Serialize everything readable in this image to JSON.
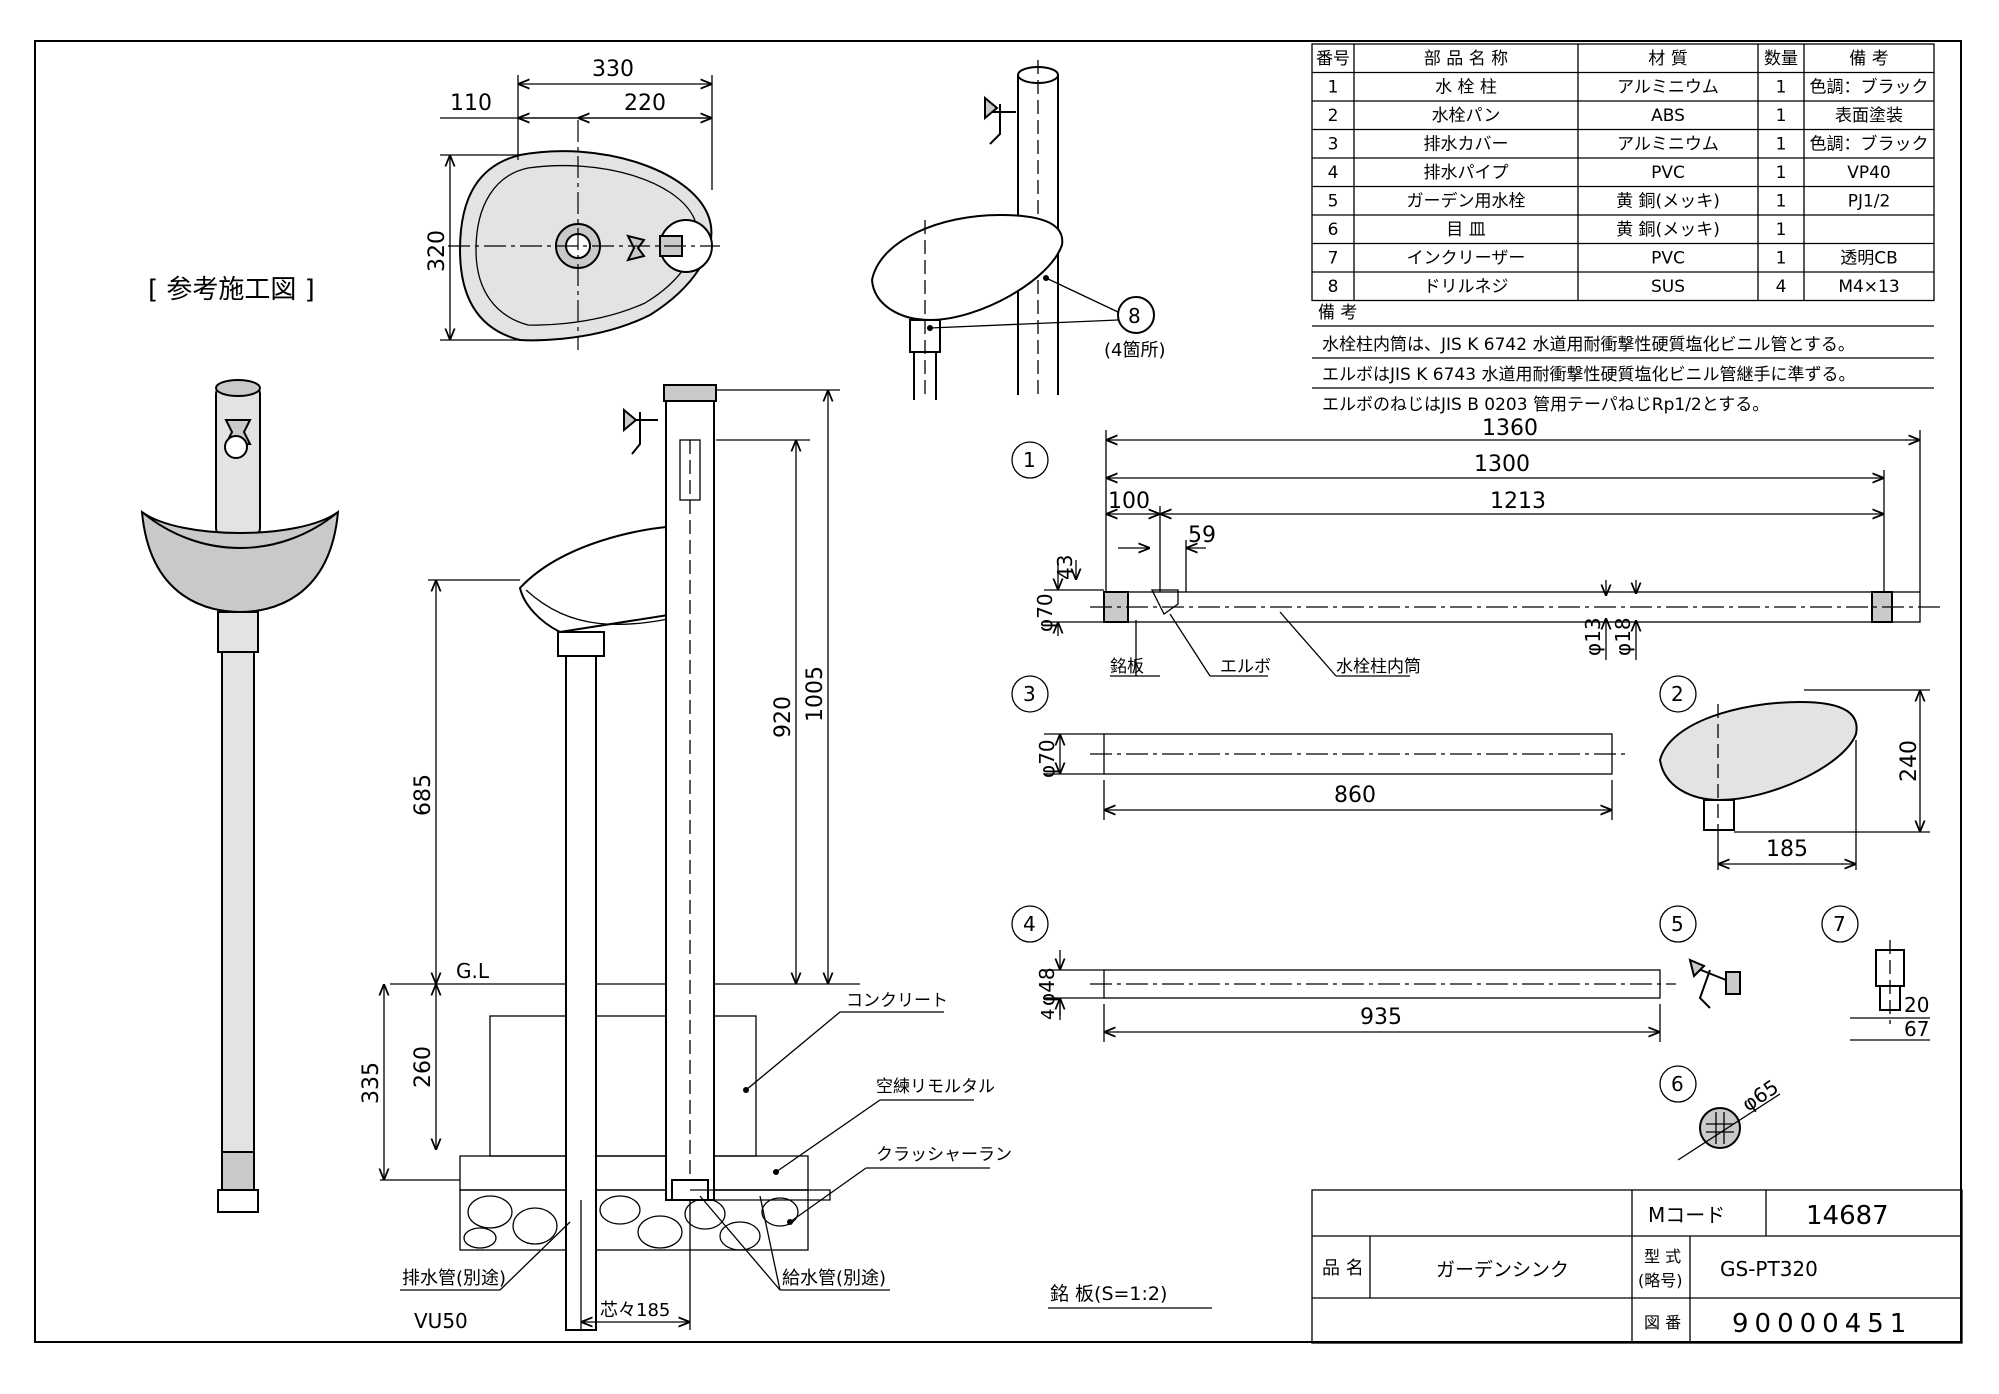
{
  "title_ref": "[ 参考施工図 ]",
  "parts_table": {
    "headers": [
      "番号",
      "部 品 名 称",
      "材 質",
      "数量",
      "備 考"
    ],
    "rows": [
      [
        "1",
        "水 栓 柱",
        "アルミニウム",
        "1",
        "色調：ブラック"
      ],
      [
        "2",
        "水栓パン",
        "ABS",
        "1",
        "表面塗装"
      ],
      [
        "3",
        "排水カバー",
        "アルミニウム",
        "1",
        "色調：ブラック"
      ],
      [
        "4",
        "排水パイプ",
        "PVC",
        "1",
        "VP40"
      ],
      [
        "5",
        "ガーデン用水栓",
        "黄 銅(メッキ)",
        "1",
        "PJ1/2"
      ],
      [
        "6",
        "目 皿",
        "黄 銅(メッキ)",
        "1",
        ""
      ],
      [
        "7",
        "インクリーザー",
        "PVC",
        "1",
        "透明CB"
      ],
      [
        "8",
        "ドリルネジ",
        "SUS",
        "4",
        "M4×13"
      ]
    ]
  },
  "remarks": {
    "label": "備 考",
    "lines": [
      "水栓柱内筒は、JIS K 6742 水道用耐衝撃性硬質塩化ビニル管とする。",
      "エルボはJIS K 6743 水道用耐衝撃性硬質塩化ビニル管継手に準ずる。",
      "エルボのねじはJIS B 0203 管用テーパねじRp1/2とする。"
    ]
  },
  "top_view": {
    "d330": "330",
    "d110": "110",
    "d220": "220",
    "d320": "320"
  },
  "iso_view": {
    "callout": "8",
    "note": "(4箇所)"
  },
  "section_view": {
    "d685": "685",
    "d920": "920",
    "d1005": "1005",
    "d335": "335",
    "d260": "260",
    "gl": "G.L",
    "concrete": "コンクリート",
    "mortar": "空練リモルタル",
    "crusher": "クラッシャーラン",
    "drain": "排水管(別途)",
    "vu50": "VU50",
    "supply": "給水管(別途)",
    "pitch": "芯々185",
    "nameplate": "銘 板(S=1:2)"
  },
  "part1": {
    "num": "1",
    "d1360": "1360",
    "d1300": "1300",
    "d100": "100",
    "d1213": "1213",
    "d59": "59",
    "d43": "43",
    "phi70": "φ70",
    "phi13": "φ13",
    "phi18": "φ18",
    "l_plate": "銘板",
    "l_elbow": "エルボ",
    "l_inner": "水栓柱内筒"
  },
  "part3": {
    "num": "3",
    "phi70": "φ70",
    "d860": "860"
  },
  "part2": {
    "num": "2",
    "d240": "240",
    "d185": "185"
  },
  "part4": {
    "num": "4",
    "phi48": "φ48",
    "d4": "4",
    "d935": "935"
  },
  "part5": {
    "num": "5"
  },
  "part7": {
    "num": "7",
    "d20": "20",
    "d67": "67"
  },
  "part6": {
    "num": "6",
    "phi65": "φ65"
  },
  "title_block": {
    "mcode_label": "Mコード",
    "mcode": "14687",
    "hinmei_label": "品 名",
    "hinmei": "ガーデンシンク",
    "katashiki_label1": "型 式",
    "katashiki_label2": "(略号)",
    "katashiki": "GS-PT320",
    "zuban_label": "図 番",
    "zuban": "90000451"
  }
}
